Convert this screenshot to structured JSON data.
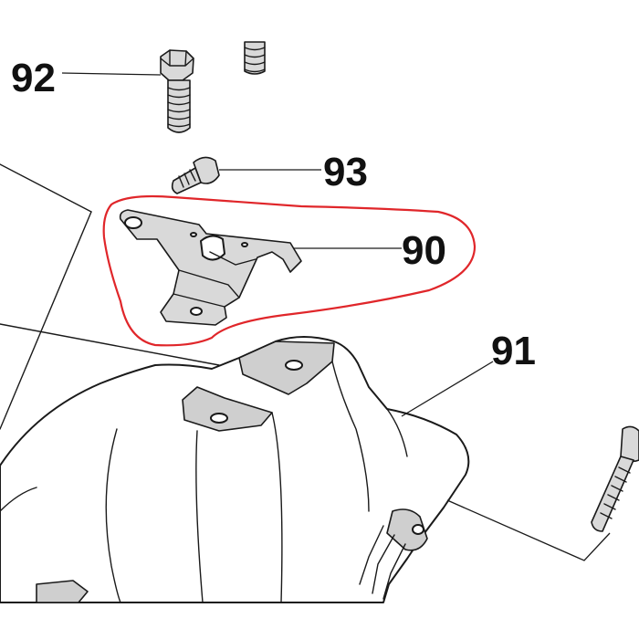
{
  "callouts": {
    "c90": "90",
    "c91": "91",
    "c92": "92",
    "c93": "93"
  },
  "colors": {
    "highlight": "#e0262a",
    "line": "#1a1a1a",
    "shade": "#d9d9d9"
  }
}
